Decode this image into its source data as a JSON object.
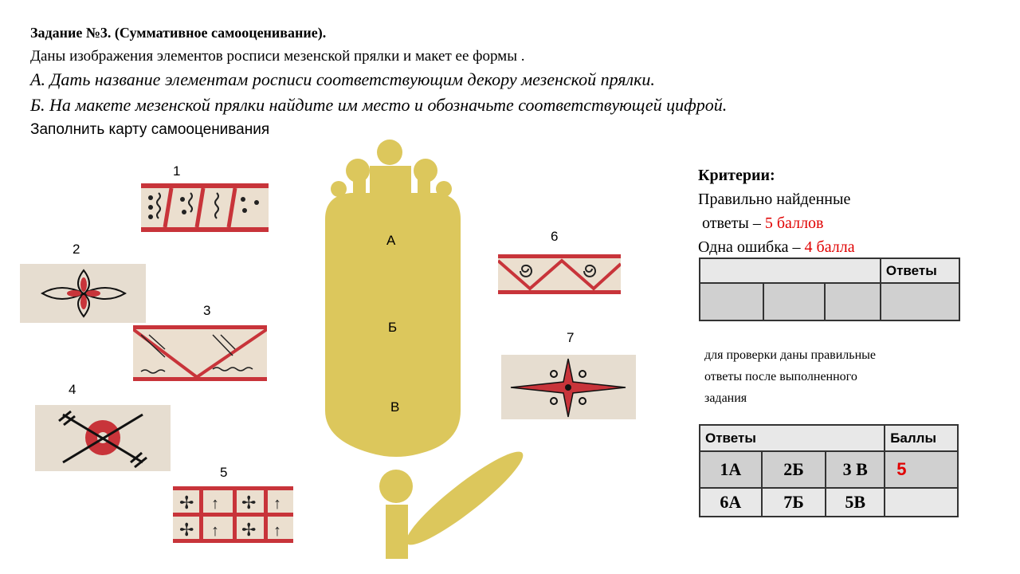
{
  "title": "Задание №3. (Суммативное  самооценивание).",
  "intro": "Даны изображения  элементов росписи мезенской прялки и макет ее формы .",
  "task_a": "А. Дать название элементам росписи соответствующим декору мезенской прялки.",
  "task_b": "Б. На макете мезенской прялки найдите им место и обозначьте соответствующей цифрой.",
  "fill_card": "Заполнить карту самооценивания",
  "elements": [
    "1",
    "2",
    "3",
    "4",
    "5",
    "6",
    "7"
  ],
  "model_labels": [
    "А",
    "Б",
    "В"
  ],
  "criteria": {
    "heading": "Критерии:",
    "line1": "Правильно найденные",
    "line2_prefix": " ответы – ",
    "line2_score": "5 баллов",
    "line3_prefix": "Одна ошибка – ",
    "line3_score": "4 балла"
  },
  "answer_table": {
    "header": "Ответы"
  },
  "note": [
    "для проверки  даны правильные",
    "ответы после выполненного",
    "задания"
  ],
  "key_table": {
    "header_answers": "Ответы",
    "header_score": "Баллы",
    "rows": [
      [
        "1А",
        "2Б",
        "3 В",
        "5"
      ],
      [
        "6А",
        "7Б",
        "5В",
        ""
      ]
    ]
  },
  "colors": {
    "model": "#dcc75c",
    "accent": "#e00000",
    "ornament_red": "#c8343a",
    "cell_dark": "#d0d0d0",
    "cell_light": "#e8e8e8"
  }
}
